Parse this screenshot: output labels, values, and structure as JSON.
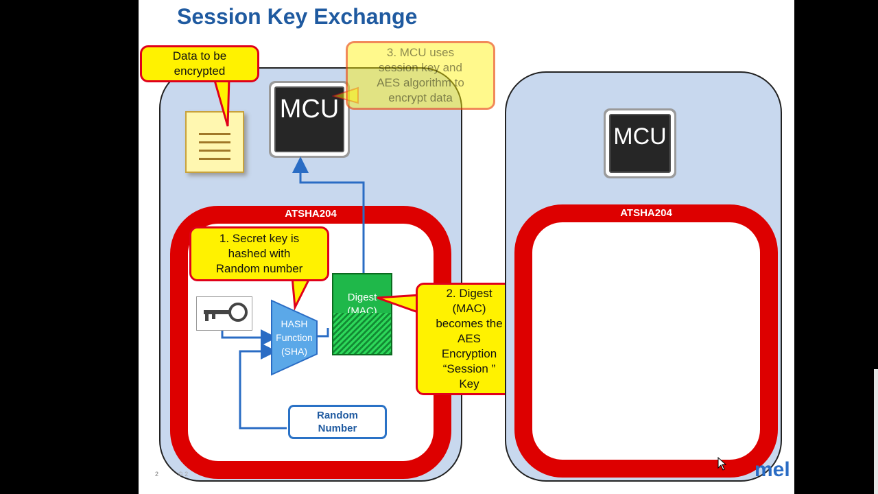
{
  "slide": {
    "title": "Session Key Exchange",
    "page_number": "2",
    "copyright": "© 2",
    "logo_text": "mel"
  },
  "left_device": {
    "mcu_label": "MCU",
    "atsha_label": "ATSHA204",
    "callout_data": "Data to be\nencrypted",
    "callout_step3": "3. MCU uses\nsession key and\nAES algorithm to\nencrypt data",
    "callout_step1": "1. Secret key is\nhashed with\nRandom number",
    "callout_step2": "2. Digest\n(MAC)\nbecomes the\nAES\nEncryption\n“Session ”\nKey",
    "hash_label": "HASH\nFunction\n(SHA)",
    "digest_label": "Digest\n(MAC)",
    "random_label": "Random\nNumber",
    "icons": [
      "document-icon",
      "key-icon"
    ]
  },
  "right_device": {
    "mcu_label": "MCU",
    "atsha_label": "ATSHA204"
  },
  "colors": {
    "title": "#1f5aa0",
    "panel": "#c8d8ee",
    "atsha_red": "#dd0000",
    "callout_yellow": "#fff200",
    "digest_green": "#1fb84a",
    "wire_blue": "#2a6cc4"
  }
}
